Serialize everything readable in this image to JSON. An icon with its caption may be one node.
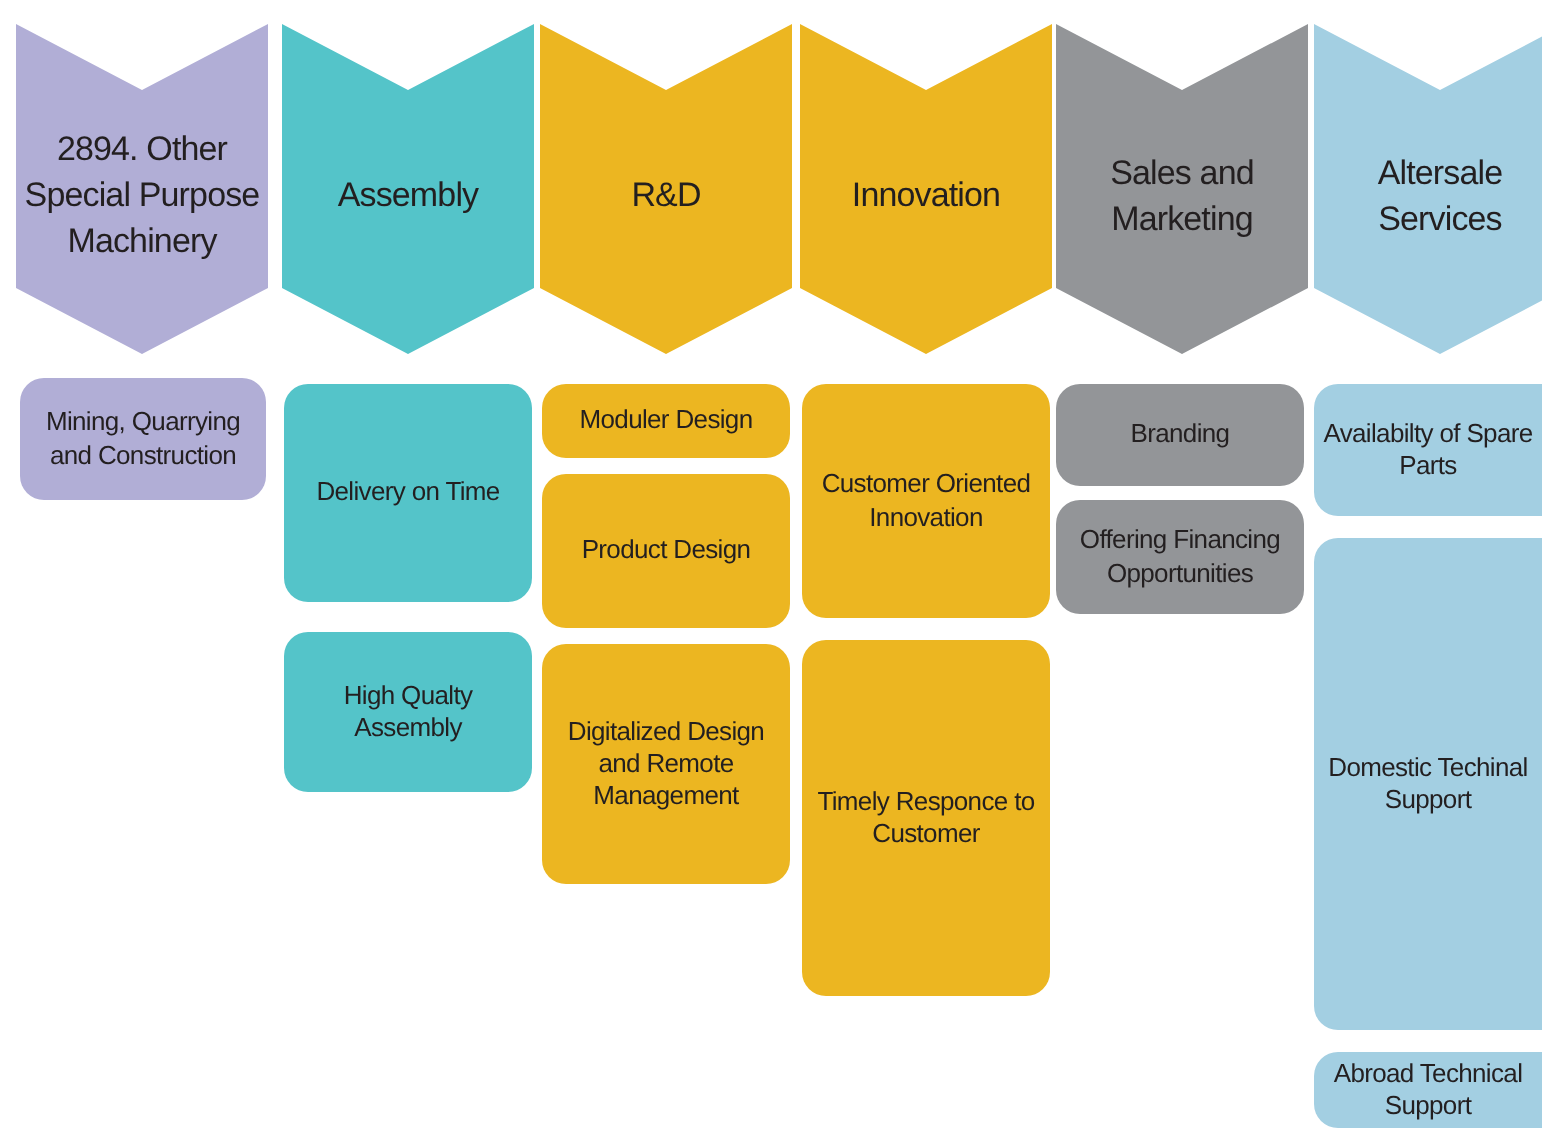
{
  "diagram": {
    "nodes": [
      {
        "text": [
          "2894. Other Special Purpose Machinery"
        ]
      },
      {
        "text": [
          "Assembly"
        ]
      },
      {
        "text": [
          "R&D"
        ]
      },
      {
        "text": [
          "Innovation"
        ]
      },
      {
        "text": [
          "Sales and Marketing"
        ]
      },
      {
        "text": [
          "Altersale Services"
        ]
      },
      {
        "text": [
          "Mining, Quarrying and Construction"
        ]
      },
      {
        "text": [
          "Delivery on Time"
        ]
      },
      {
        "text": [
          "High Qualty Assembly"
        ]
      },
      {
        "text": [
          "Moduler Design"
        ]
      },
      {
        "text": [
          "Product Design"
        ]
      },
      {
        "text": [
          "Digitalized Design and Remote Management"
        ]
      },
      {
        "text": [
          "Customer Oriented Innovation"
        ]
      },
      {
        "text": [
          "Timely Responce to Customer"
        ]
      },
      {
        "text": [
          "Branding"
        ]
      },
      {
        "text": [
          "Offering Financing Opportunities"
        ]
      },
      {
        "text": [
          "Availabilty of Spare Parts"
        ]
      },
      {
        "text": [
          "Domestic Techinal Support"
        ]
      },
      {
        "text": [
          "Abroad Technical Support"
        ]
      }
    ]
  }
}
